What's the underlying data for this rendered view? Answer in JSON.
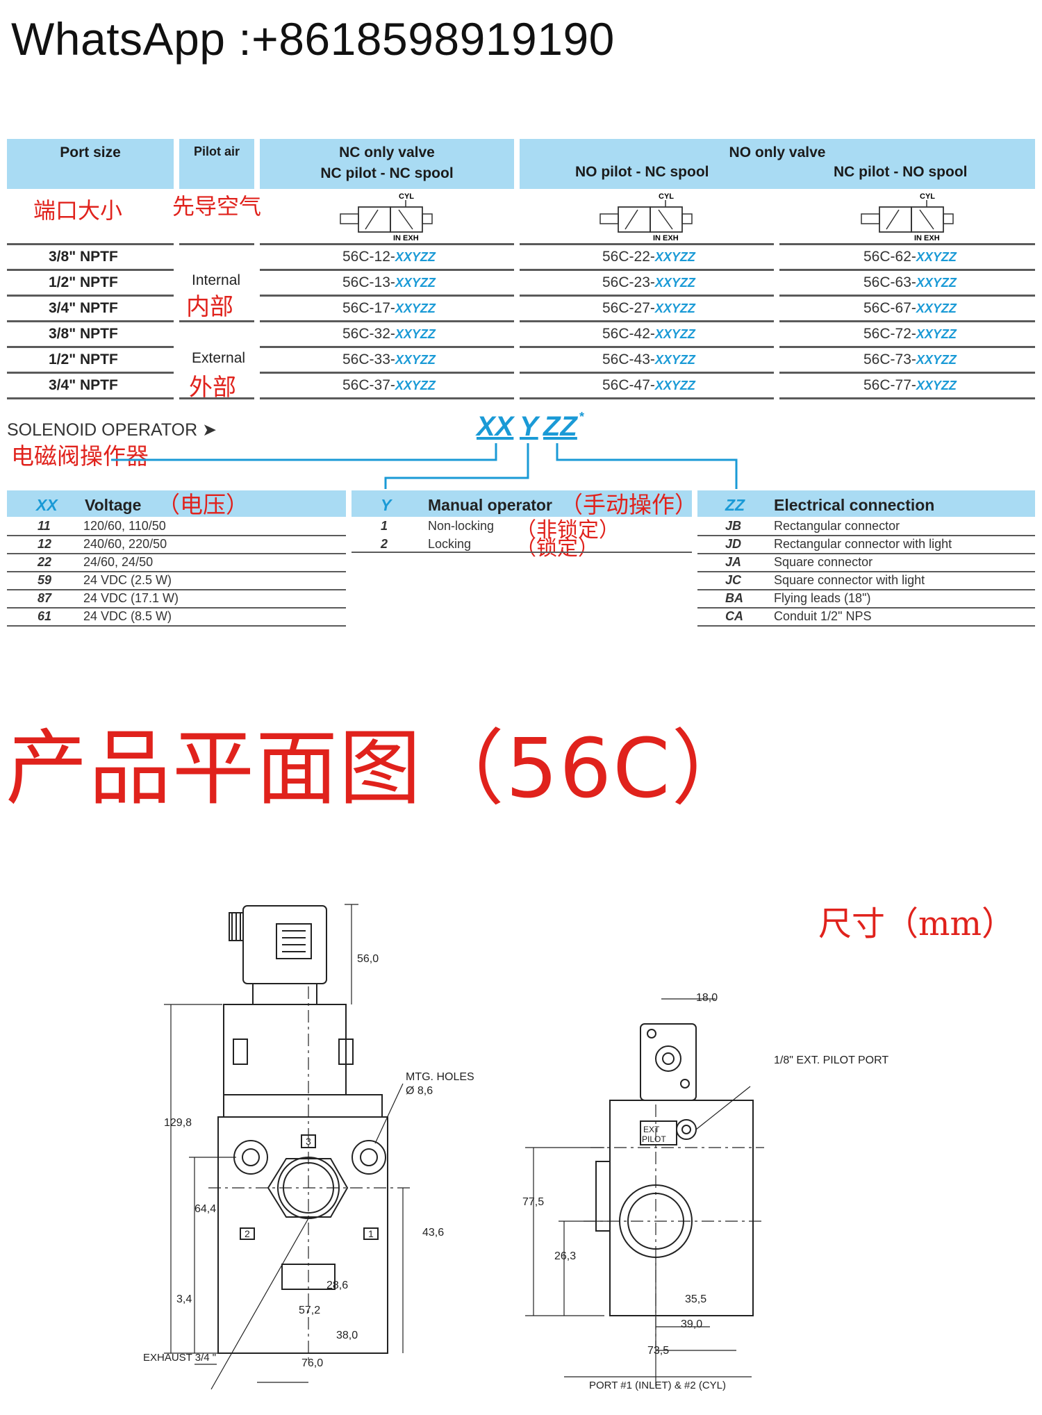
{
  "whatsapp": "WhatsApp :+8618598919190",
  "table": {
    "headers": {
      "port_size": "Port size",
      "pilot_air": "Pilot air",
      "nc_line1": "NC only valve",
      "nc_line2": "NC pilot - NC spool",
      "no_line1": "NO only valve",
      "no_sub1": "NO pilot - NC spool",
      "no_sub2": "NC pilot - NO spool"
    },
    "cn_port": "端口大小",
    "cn_pilot": "先导空气",
    "symbol_top": "CYL",
    "symbol_bottom": "IN EXH",
    "internal": "Internal",
    "internal_cn": "内部",
    "external": "External",
    "external_cn": "外部",
    "rows": [
      {
        "port": "3/8\" NPTF",
        "c1": "56C-12-",
        "c2": "56C-22-",
        "c3": "56C-62-"
      },
      {
        "port": "1/2\" NPTF",
        "c1": "56C-13-",
        "c2": "56C-23-",
        "c3": "56C-63-"
      },
      {
        "port": "3/4\" NPTF",
        "c1": "56C-17-",
        "c2": "56C-27-",
        "c3": "56C-67-"
      },
      {
        "port": "3/8\" NPTF",
        "c1": "56C-32-",
        "c2": "56C-42-",
        "c3": "56C-72-"
      },
      {
        "port": "1/2\" NPTF",
        "c1": "56C-33-",
        "c2": "56C-43-",
        "c3": "56C-73-"
      },
      {
        "port": "3/4\" NPTF",
        "c1": "56C-37-",
        "c2": "56C-47-",
        "c3": "56C-77-"
      }
    ],
    "suffix": "XXYZZ"
  },
  "solenoid": {
    "label": "SOLENOID OPERATOR ➤",
    "label_cn": "电磁阀操作器",
    "code_xx": "XX",
    "code_y": "Y",
    "code_zz": "ZZ",
    "asterisk": "*"
  },
  "voltage": {
    "key": "XX",
    "title": "Voltage",
    "title_cn": "（电压）",
    "rows": [
      {
        "code": "11",
        "text": "120/60, 110/50"
      },
      {
        "code": "12",
        "text": "240/60, 220/50"
      },
      {
        "code": "22",
        "text": "24/60, 24/50"
      },
      {
        "code": "59",
        "text": "24 VDC (2.5 W)"
      },
      {
        "code": "87",
        "text": "24 VDC (17.1 W)"
      },
      {
        "code": "61",
        "text": "24 VDC (8.5 W)"
      }
    ]
  },
  "manual": {
    "key": "Y",
    "title": "Manual operator",
    "title_cn": "（手动操作）",
    "rows": [
      {
        "code": "1",
        "text": "Non-locking",
        "cn": "（非锁定）"
      },
      {
        "code": "2",
        "text": "Locking",
        "cn": "（锁定）"
      }
    ]
  },
  "electrical": {
    "key": "ZZ",
    "title": "Electrical connection",
    "rows": [
      {
        "code": "JB",
        "text": "Rectangular connector"
      },
      {
        "code": "JD",
        "text": "Rectangular connector with light"
      },
      {
        "code": "JA",
        "text": "Square connector"
      },
      {
        "code": "JC",
        "text": "Square connector with light"
      },
      {
        "code": "BA",
        "text": "Flying leads (18\")"
      },
      {
        "code": "CA",
        "text": "Conduit 1/2\" NPS"
      }
    ]
  },
  "drawing": {
    "title": "产品平面图（56C）",
    "unit": "尺寸（mm）",
    "labels": {
      "mtg": "MTG. HOLES",
      "mtg_dia": "Ø 8,6",
      "exhaust": "EXHAUST 3/4 \"",
      "pilot_port": "1/8\" EXT. PILOT PORT",
      "port_note": "PORT #1 (INLET) & #2 (CYL)",
      "ext_pilot_1": "EXT",
      "ext_pilot_2": "PILOT",
      "port3": "3",
      "port2": "2",
      "port1": "1"
    },
    "dims_left": {
      "d56": "56,0",
      "d129": "129,8",
      "d64": "64,4",
      "d43": "43,6",
      "d34": "3,4",
      "d28": "28,6",
      "d57": "57,2",
      "d38": "38,0",
      "d76": "76,0"
    },
    "dims_right": {
      "d18": "18,0",
      "d77": "77,5",
      "d26": "26,3",
      "d35": "35,5",
      "d39": "39,0",
      "d73": "73,5"
    }
  }
}
